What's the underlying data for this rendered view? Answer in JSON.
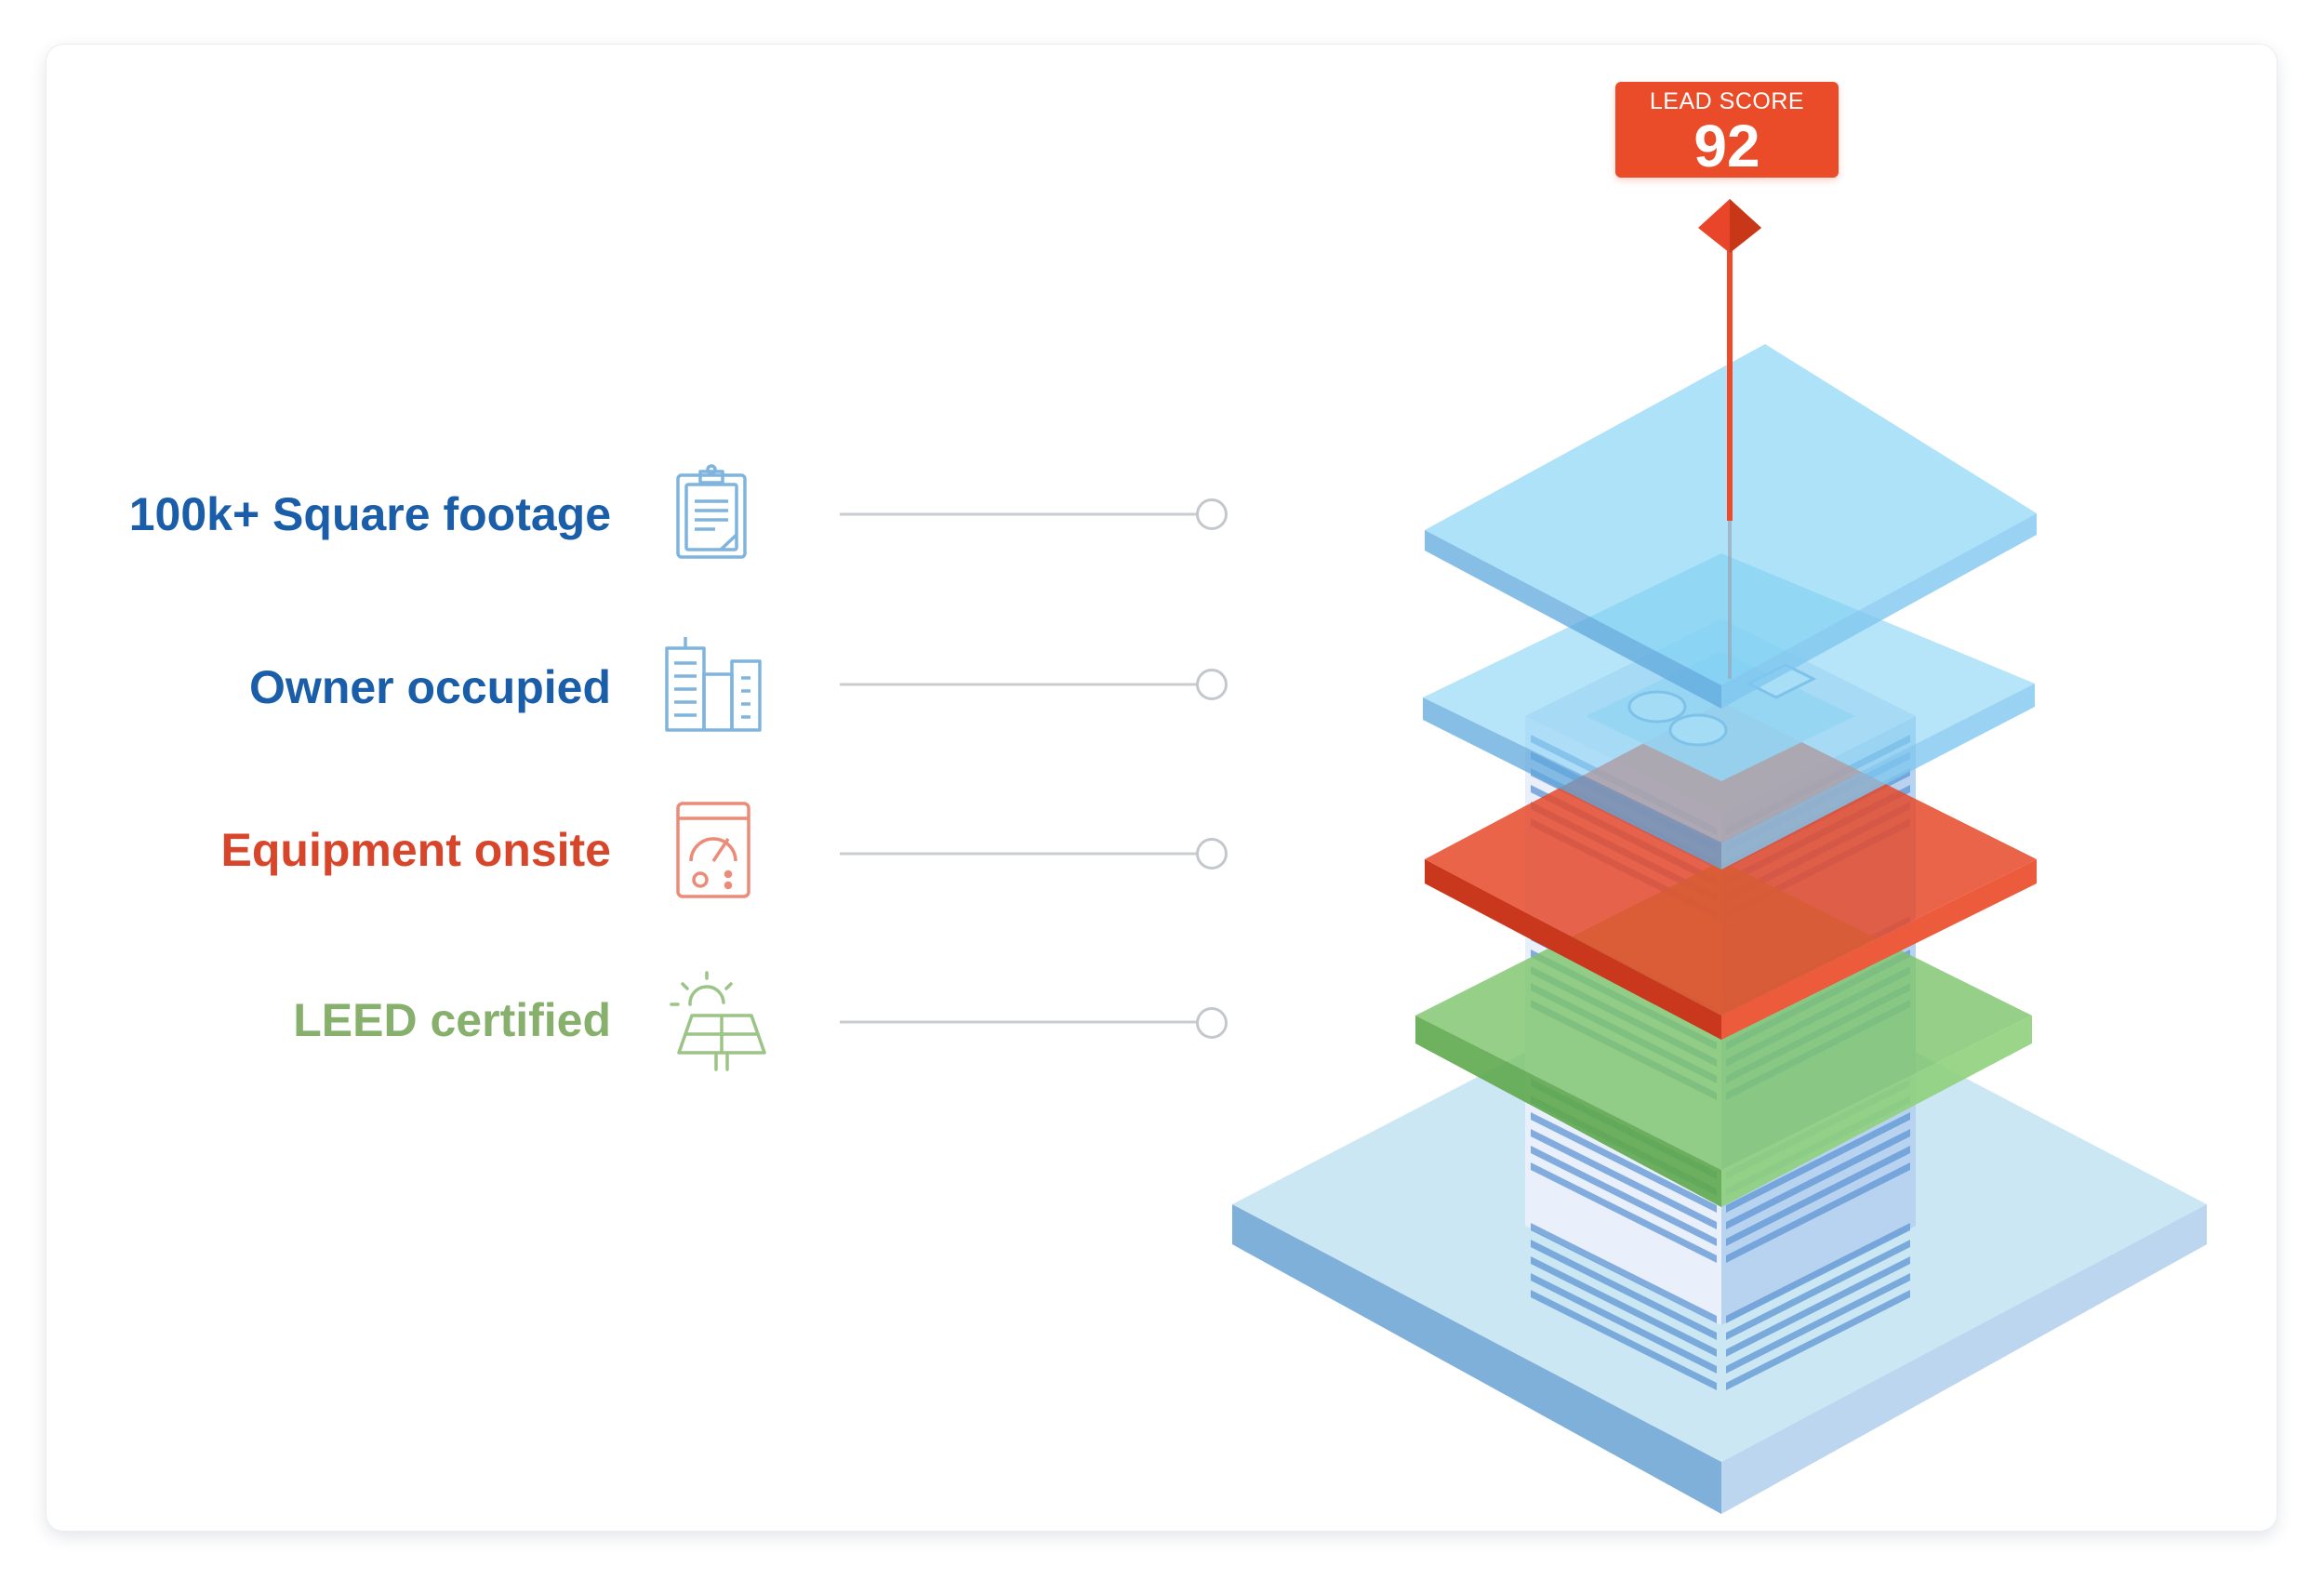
{
  "lead_score": {
    "title": "LEAD SCORE",
    "value": "92",
    "color": "#ea4c2a"
  },
  "features": [
    {
      "label": "100k+ Square footage",
      "icon": "clipboard-icon",
      "color": "#1a5da8",
      "icon_color": "#7fb4df"
    },
    {
      "label": "Owner occupied",
      "icon": "buildings-icon",
      "color": "#1a5da8",
      "icon_color": "#7fb4df"
    },
    {
      "label": "Equipment onsite",
      "icon": "gauge-meter-icon",
      "color": "#d7452b",
      "icon_color": "#ec8b78"
    },
    {
      "label": "LEED certified",
      "icon": "solar-panel-icon",
      "color": "#86b06b",
      "icon_color": "#9cc486"
    }
  ],
  "layers": [
    {
      "name": "blue-top",
      "color": "#7dd0f3"
    },
    {
      "name": "blue-second",
      "color": "#89d3f4"
    },
    {
      "name": "red",
      "color": "#e6492a"
    },
    {
      "name": "green",
      "color": "#7fc56d"
    }
  ],
  "colors": {
    "building_left": "#e9f0fb",
    "building_right": "#b7d3f0",
    "window_dark": "#5f95d3",
    "base_top": "#cbe7f4",
    "base_left": "#7eb0da",
    "base_right": "#bcd6ef",
    "connector": "#c9cdd2"
  }
}
